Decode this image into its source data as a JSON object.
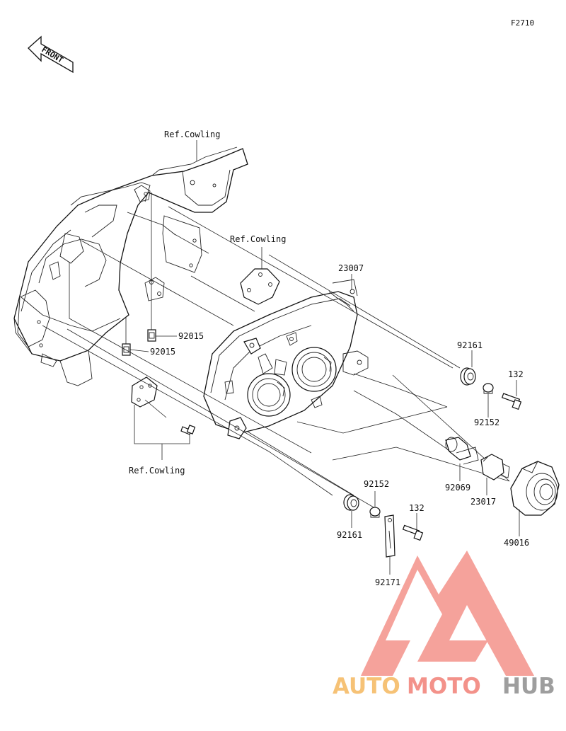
{
  "diagram_code": "F2710",
  "front_arrow": {
    "label": "FRONT"
  },
  "labels": {
    "ref_cowling_top": "Ref.Cowling",
    "ref_cowling_mid": "Ref.Cowling",
    "ref_cowling_bottom": "Ref.Cowling",
    "p23007": "23007",
    "p92015_a": "92015",
    "p92015_b": "92015",
    "p92161_a": "92161",
    "p132_a": "132",
    "p92152_a": "92152",
    "p92069": "92069",
    "p23017": "23017",
    "p49016": "49016",
    "p92152_b": "92152",
    "p132_b": "132",
    "p92161_b": "92161",
    "p92171": "92171"
  },
  "watermark": {
    "part1": "AUTO",
    "part2": "MOTO",
    "part3": "HUB",
    "colors": {
      "auto": "#f6c276",
      "moto": "#f3928a",
      "hub": "#9e9e9e",
      "logo": "#f3928a"
    }
  }
}
